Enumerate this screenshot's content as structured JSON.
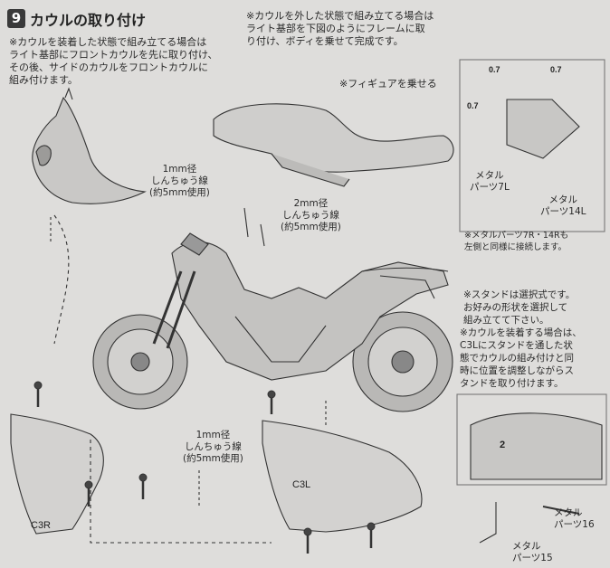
{
  "step": {
    "number": "9",
    "title": "カウルの取り付け"
  },
  "note_left": "※カウルを装着した状態で組み立てる場合は\nライト基部にフロントカウルを先に取り付け、\nその後、サイドのカウルをフロントカウルに\n組み付けます。",
  "note_top_right": "※カウルを外した状態で組み立てる場合は\nライト基部を下図のようにフレームに取\nり付け、ボディを乗せて完成です。",
  "figure_note": "※フィギュアを乗せる",
  "wire_labels": {
    "upper_left": "1mm径\nしんちゅう線\n(約5mm使用)",
    "upper_middle": "2mm径\nしんちゅう線\n(約5mm使用)",
    "bottom": "1mm径\nしんちゅう線\n(約5mm使用)"
  },
  "inset_top": {
    "screw_labels": [
      "0.7",
      "0.7",
      "0.7"
    ],
    "part_7l": "メタル\nパーツ7L",
    "part_14l": "メタル\nパーツ14L",
    "note": "※メタルパーツ7R・14Rも\n左側と同様に接続します。"
  },
  "stand_note": "※スタンドは選択式です。\nお好みの形状を選択して\n組み立てて下さい。",
  "stand_cowl_note": "※カウルを装着する場合は、\nC3Lにスタンドを通した状\n態でカウルの組み付けと同\n時に位置を調整しながらス\nタンドを取り付けます。",
  "inset_bottom": {
    "screw_label": "2",
    "part_16": "メタル\nパーツ16",
    "part_15": "メタル\nパーツ15"
  },
  "part_codes": {
    "c3r": "C3R",
    "c3l": "C3L"
  },
  "colors": {
    "ink": "#2a2a2a",
    "paper": "#dedddb",
    "badge": "#3a3a3a"
  }
}
